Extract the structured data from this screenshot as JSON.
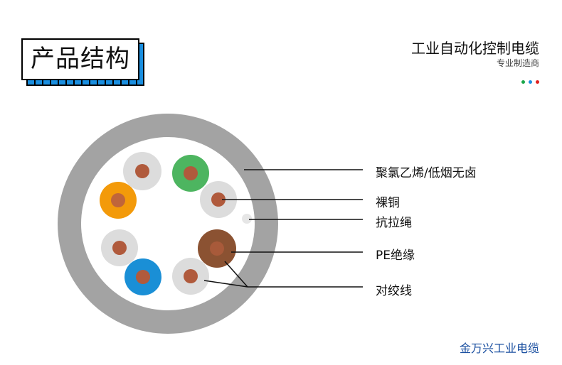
{
  "header": {
    "title": "产品结构",
    "brand": "工业自动化控制电缆",
    "subtitle": "专业制造商"
  },
  "colors": {
    "accent_green": "#1aa64a",
    "accent_blue": "#1a8fe0",
    "accent_red": "#e02020",
    "sheath": "#a3a3a3",
    "copper": "#b05a3c"
  },
  "labels": [
    "聚氯乙烯/低烟无卤",
    "裸铜",
    "抗拉绳",
    "PE绝缘",
    "对绞线"
  ],
  "footer": "金万兴工业电缆"
}
